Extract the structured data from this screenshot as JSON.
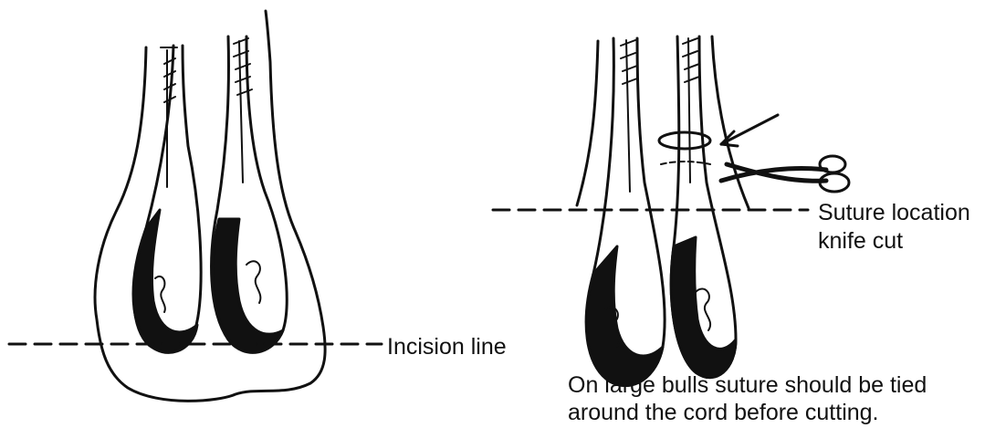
{
  "colors": {
    "ink": "#111111",
    "paper": "#ffffff"
  },
  "labels": {
    "incision": "Incision line",
    "suture_location": "Suture location",
    "knife_cut": "knife cut",
    "note_line1": "On large bulls suture should be tied",
    "note_line2": "around the cord before cutting."
  },
  "icons": [
    "scissors-icon",
    "arrow-icon"
  ]
}
